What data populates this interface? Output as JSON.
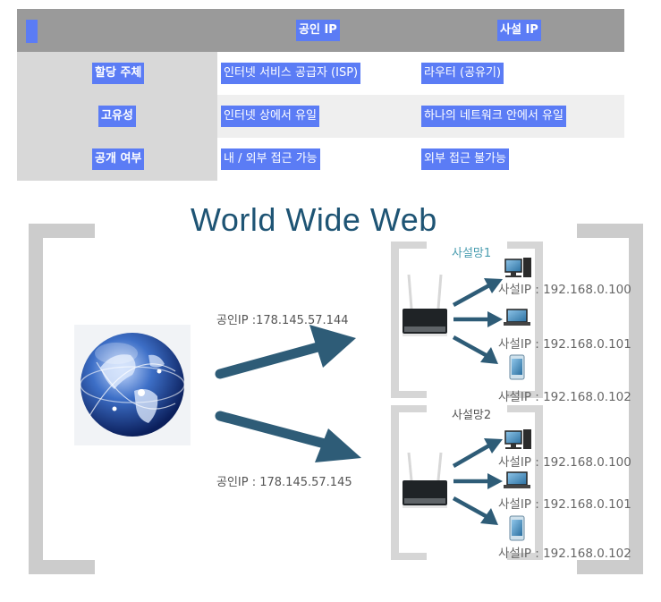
{
  "table": {
    "headers": [
      "공인 IP",
      "사설 IP"
    ],
    "rows": [
      {
        "label": "할당 주체",
        "public": "인터넷 서비스 공급자 (ISP)",
        "private": "라우터 (공유기)"
      },
      {
        "label": "고유성",
        "public": "인터넷 상에서 유일",
        "private": "하나의 네트워크 안에서 유일"
      },
      {
        "label": "공개 여부",
        "public": "내 / 외부 접근 가능",
        "private": "외부 접근 불가능"
      }
    ]
  },
  "diagram": {
    "title": "World Wide Web",
    "public_ip_1": "공인IP :178.145.57.144",
    "public_ip_2": "공인IP : 178.145.57.145",
    "net1": {
      "label": "사설망1",
      "devices": [
        {
          "icon": "desktop-pc-icon",
          "ip": "사설IP : 192.168.0.100"
        },
        {
          "icon": "laptop-icon",
          "ip": "사설IP : 192.168.0.101"
        },
        {
          "icon": "smartphone-icon",
          "ip": "사설IP : 192.168.0.102"
        }
      ]
    },
    "net2": {
      "label": "사설망2",
      "devices": [
        {
          "icon": "desktop-pc-icon",
          "ip": "사설IP : 192.168.0.100"
        },
        {
          "icon": "laptop-icon",
          "ip": "사설IP : 192.168.0.101"
        },
        {
          "icon": "smartphone-icon",
          "ip": "사설IP : 192.168.0.102"
        }
      ]
    },
    "colors": {
      "title": "#1e5474",
      "arrow": "#2e5c77",
      "net1_label": "#4a9db0",
      "highlight": "#5b7cf5"
    }
  }
}
